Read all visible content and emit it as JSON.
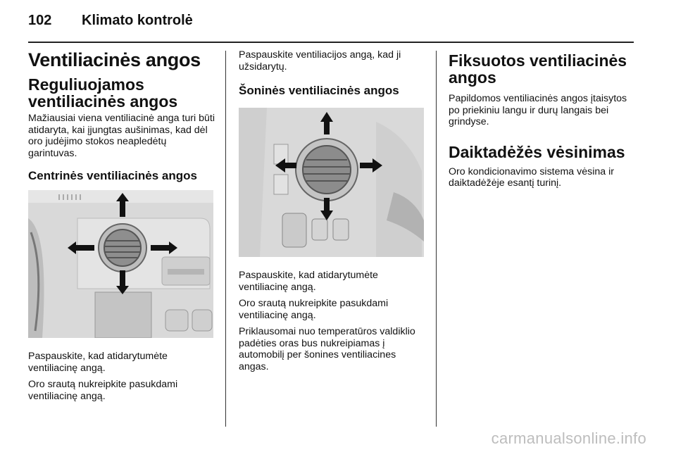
{
  "header": {
    "page_number": "102",
    "section_title": "Klimato kontrolė"
  },
  "col1": {
    "title": "Ventiliacinės angos",
    "subtitle": "Reguliuojamos ventiliacinės angos",
    "intro": "Mažiausiai viena ventiliacinė anga turi būti atidaryta, kai įjungtas aušinimas, kad dėl oro judėjimo stokos neapledėtų garintuvas.",
    "heading_center": "Centrinės ventiliacinės angos",
    "p1": "Paspauskite, kad atidarytumėte ventiliacinę angą.",
    "p2": "Oro srautą nukreipkite pasukdami ventiliacinę angą."
  },
  "col2": {
    "p0": "Paspauskite ventiliacijos angą, kad ji užsidarytų.",
    "heading_side": "Šoninės ventiliacinės angos",
    "p1": "Paspauskite, kad atidarytumėte ventiliacinę angą.",
    "p2": "Oro srautą nukreipkite pasukdami ventiliacinę angą.",
    "p3": "Priklausomai nuo temperatūros valdiklio padėties oras bus nukreipiamas į automobilį per šonines ventiliacines angas."
  },
  "col3": {
    "heading_fixed": "Fiksuotos ventiliacinės angos",
    "p_fixed": "Papildomos ventiliacinės angos įtaisytos po priekiniu langu ir durų langais bei grindyse.",
    "heading_glovebox": "Daiktadėžės vėsinimas",
    "p_glovebox": "Oro kondicionavimo sistema vėsina ir daiktadėžėje esantį turinį."
  },
  "watermark": "carmanualsonline.info"
}
